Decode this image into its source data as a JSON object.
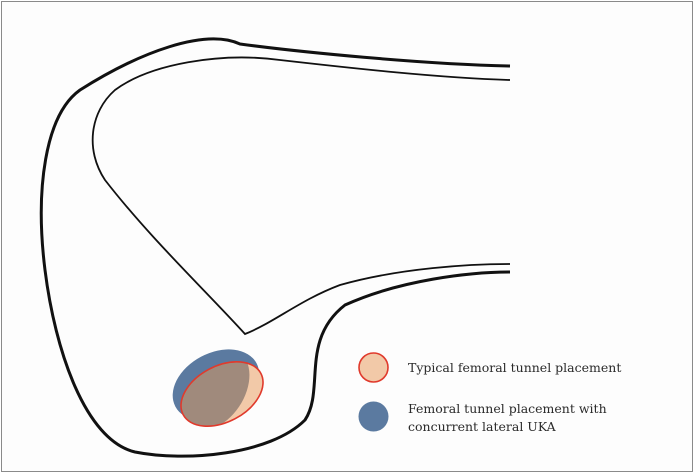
{
  "legend": {
    "typical": {
      "label": "Typical femoral tunnel placement",
      "fill": "#f2c9a8",
      "stroke": "#e03a2c",
      "icon": "peach-circle-red-outline"
    },
    "concurrent": {
      "label": "Femoral tunnel placement with concurrent lateral UKA",
      "fill": "#5b7aa0",
      "icon": "blue-circle"
    }
  },
  "colors": {
    "outline": "#111111",
    "overlap": "#a08a7c",
    "frame": "#8a8a8a"
  }
}
